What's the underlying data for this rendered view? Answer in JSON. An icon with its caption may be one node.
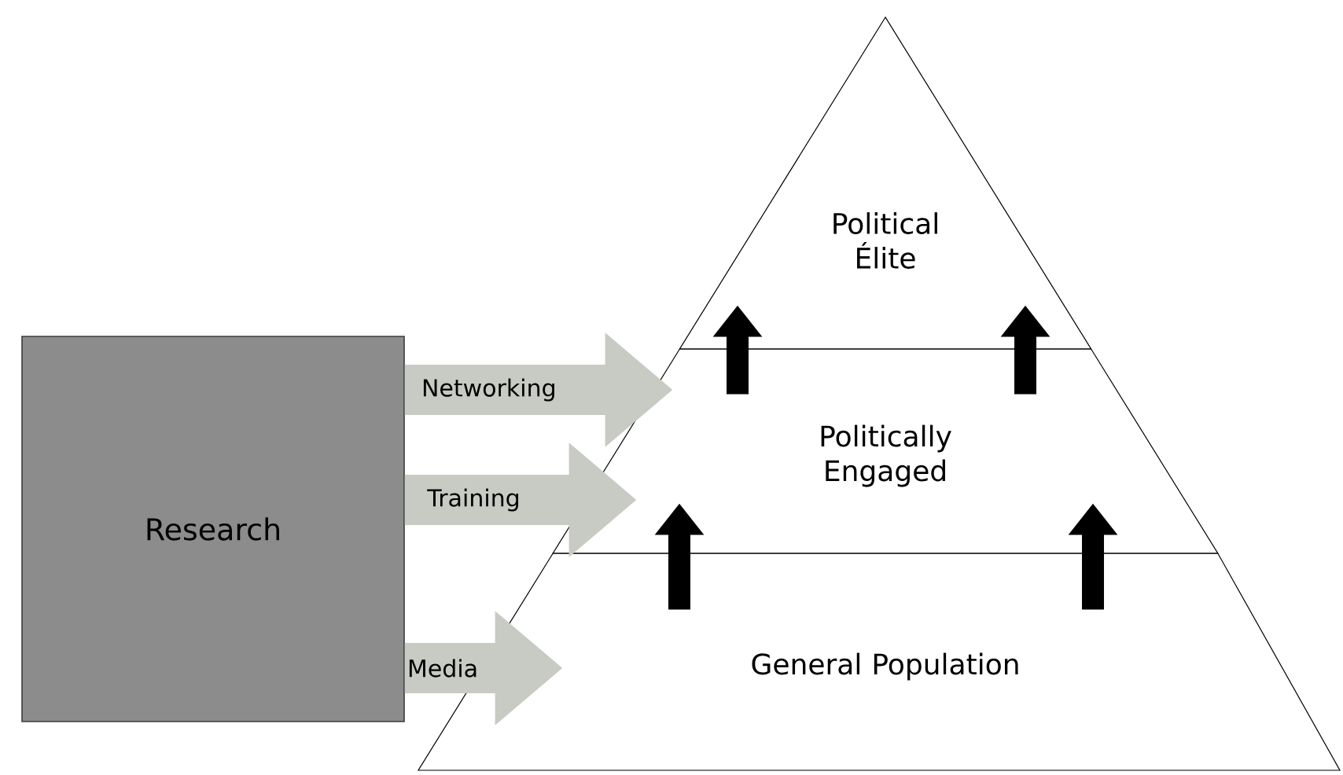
{
  "diagram": {
    "nodes": [
      {
        "text": [
          "Research"
        ]
      },
      {
        "text": [
          "Political Élite"
        ]
      },
      {
        "text": [
          "Politically Engaged"
        ]
      },
      {
        "text": [
          "General Population"
        ]
      }
    ],
    "edges": [
      {
        "from": 0,
        "to": 2,
        "arrow": "to",
        "label": "Networking",
        "style": "thick",
        "color": "#c8cac4"
      },
      {
        "from": 0,
        "to": 2,
        "arrow": "to",
        "label": "Training",
        "style": "thick",
        "color": "#c8cac4"
      },
      {
        "from": 0,
        "to": 3,
        "arrow": "to",
        "label": "Media",
        "style": "thick",
        "color": "#c8cac4"
      },
      {
        "from": 3,
        "to": 2,
        "arrow": "to"
      },
      {
        "from": 3,
        "to": 2,
        "arrow": "to"
      },
      {
        "from": 2,
        "to": 1,
        "arrow": "to"
      },
      {
        "from": 2,
        "to": 1,
        "arrow": "to"
      }
    ]
  }
}
